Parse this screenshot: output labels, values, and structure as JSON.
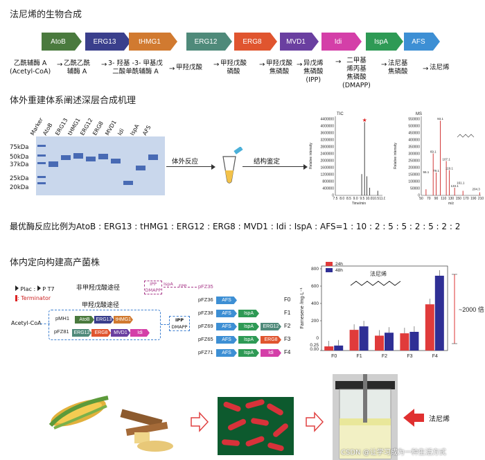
{
  "sections": {
    "s1_title": "法尼烯的生物合成",
    "s2_title": "体外重建体系阐述深层合成机理",
    "s3_title": "体内定向构建高产菌株"
  },
  "enzymes": [
    {
      "name": "AtoB",
      "color": "#4a7a3e"
    },
    {
      "name": "ERG13",
      "color": "#3a3f8c"
    },
    {
      "name": "tHMG1",
      "color": "#d17a30"
    },
    {
      "name": "ERG12",
      "color": "#4f8a7a"
    },
    {
      "name": "ERG8",
      "color": "#e0552f"
    },
    {
      "name": "MVD1",
      "color": "#6a3fa0"
    },
    {
      "name": "Idi",
      "color": "#d43fa8"
    },
    {
      "name": "IspA",
      "color": "#2e9a55"
    },
    {
      "name": "AFS",
      "color": "#3d8fd4"
    }
  ],
  "metabolites": [
    "乙酰辅酶 A\n(Acetyl-CoA)",
    "乙酰乙酰\n辅酶 A",
    "3- 羟基 -3- 甲基戊\n二酸单酰辅酶 A",
    "甲羟戊酸",
    "甲羟戊酸\n磷酸",
    "甲羟戊酸\n焦磷酸",
    "异戊烯\n焦磷酸\n(IPP)",
    "二甲基\n烯丙基\n焦磷酸\n(DMAPP)",
    "法尼基\n焦磷酸",
    "法尼烯"
  ],
  "gel": {
    "lane_labels": [
      "Marker",
      "AtoB",
      "ERG13",
      "tHMG1",
      "ERG12",
      "ERG8",
      "MVD1",
      "Idi",
      "IspA",
      "AFS"
    ],
    "size_markers": [
      "75kDa",
      "50kDa",
      "37kDa",
      "25kDa",
      "20kDa"
    ]
  },
  "flow": {
    "step1": "体外反应",
    "step2": "结构鉴定"
  },
  "tic": {
    "title": "TIC",
    "yticks": [
      "4400000",
      "4000000",
      "3600000",
      "3200000",
      "2800000",
      "2400000",
      "2000000",
      "1600000",
      "1200000",
      "800000",
      "400000",
      "0"
    ],
    "xticks": [
      "7.5",
      "8.0",
      "8.5",
      "9.0",
      "9.5",
      "10.0",
      "10.5",
      "11.0"
    ],
    "ylabel": "Relative intensity",
    "xlabel": "Time/min"
  },
  "ms": {
    "title": "MS",
    "yticks": [
      "550000",
      "500000",
      "450000",
      "400000",
      "350000",
      "300000",
      "250000",
      "200000",
      "150000",
      "100000",
      "50000",
      "0"
    ],
    "xticks": [
      "50",
      "70",
      "90",
      "110",
      "130",
      "150",
      "170",
      "190",
      "210"
    ],
    "ylabel": "Relative intensity",
    "xlabel": "m/z",
    "peak_labels": [
      "93.1",
      "69.1",
      "107.1",
      "119.1",
      "79.1",
      "55.1",
      "161.1",
      "133.1",
      "204.3"
    ]
  },
  "ratio_text": "最优酶反应比例为AtoB : ERG13 : tHMG1 : ERG12 : ERG8 : MVD1 : Idi : IspA : AFS=1 : 10 : 2 : 5 : 5 : 2 : 5 : 2 : 2",
  "construct": {
    "legend_plac": "Plac",
    "legend_pt7": "P T7",
    "legend_term": "Terminator",
    "non_mva": "非甲羟戊酸途径",
    "mva": "甲羟戊酸途径",
    "acetyl": "Acetyl-CoA",
    "ipp_dmapp_top": "IPP",
    "ipp_dmapp_top2": "DMAPP",
    "ipp_label": "IPP",
    "dmapp_label": "DMAPP",
    "fpp": "FPP",
    "ispa_small": "IspA",
    "pMH1": "pMH1",
    "pFZ81": "pFZ81",
    "top_plasmid": "pFZ35",
    "rows": [
      {
        "plasmid": "pFZ36",
        "genes": [
          "AFS"
        ],
        "label": "F0"
      },
      {
        "plasmid": "pFZ38",
        "genes": [
          "AFS",
          "IspA"
        ],
        "label": "F1"
      },
      {
        "plasmid": "pFZ69",
        "genes": [
          "AFS",
          "IspA",
          "ERG12"
        ],
        "label": "F2"
      },
      {
        "plasmid": "pFZ65",
        "genes": [
          "AFS",
          "IspA",
          "ERG8"
        ],
        "label": "F3"
      },
      {
        "plasmid": "pFZ71",
        "genes": [
          "AFS",
          "IspA",
          "Idi"
        ],
        "label": "F4"
      }
    ],
    "pmh1_genes": [
      "AtoB",
      "ERG13",
      "tHMG1"
    ],
    "pfz81_genes": [
      "ERG12",
      "ERG8",
      "MVD1",
      "Idi"
    ]
  },
  "chart_data": {
    "type": "bar",
    "title": "法尼烯",
    "ylabel": "Farnesene /mg·L⁻¹",
    "categories": [
      "F0",
      "F1",
      "F2",
      "F3",
      "F4"
    ],
    "series": [
      {
        "name": "24h",
        "color": "#e03b3b",
        "values": [
          0.25,
          95,
          28,
          55,
          390
        ]
      },
      {
        "name": "48h",
        "color": "#2f2f95",
        "values": [
          0.3,
          135,
          62,
          72,
          720
        ]
      }
    ],
    "yticks": [
      "0.25",
      "0.00",
      "0",
      "200",
      "400",
      "600",
      "800"
    ],
    "annotation": "~2000 倍"
  },
  "bottom": {
    "product_label": "法尼烯",
    "watermark": "CSDN @让学习成为一种生活方式"
  }
}
